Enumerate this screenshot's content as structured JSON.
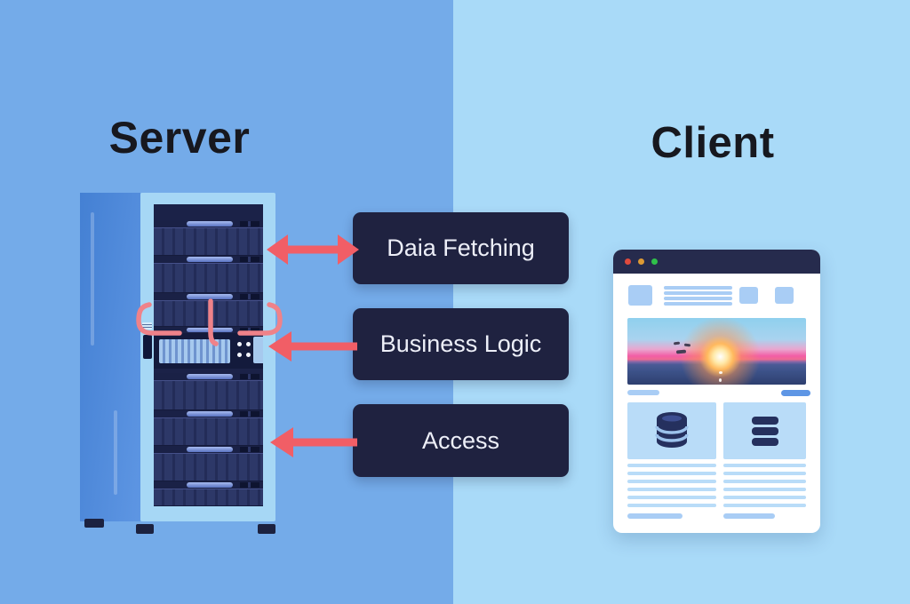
{
  "diagram": {
    "server": {
      "title": "Server"
    },
    "client": {
      "title": "Client"
    },
    "labels": [
      {
        "text": "Daia Fetching",
        "arrow": "bidirectional"
      },
      {
        "text": "Business Logic",
        "arrow": "left-to-server"
      },
      {
        "text": "Access",
        "arrow": "left-to-server"
      }
    ]
  },
  "icons": {
    "server_side": "server-rack-illustration",
    "client_side": "browser-window-illustration",
    "traffic_lights": [
      "close",
      "minimize",
      "maximize"
    ],
    "card_left": "database-icon",
    "card_right": "list-icon",
    "arrows": [
      "bidirectional-arrow-icon",
      "left-arrow-icon",
      "left-arrow-icon"
    ]
  },
  "colors": {
    "left_bg": "#74abe9",
    "right_bg": "#a9daf8",
    "title_text": "#17181f",
    "box_bg": "#1f2240",
    "box_text": "#edeff8",
    "arrow": "#f15e66",
    "rack_frame": "#a6d7f5",
    "rack_interior": "#232c58",
    "cable": "#ef8289",
    "browser_titlebar": "#262b4d",
    "traffic_red": "#df4a3d",
    "traffic_yellow": "#dd9a34",
    "traffic_green": "#2fc04a",
    "placeholder_blue": "#a9cdf5",
    "card_blue": "#b9dcf8",
    "button_blue": "#5e96e5",
    "icon_navy": "#25305e"
  }
}
